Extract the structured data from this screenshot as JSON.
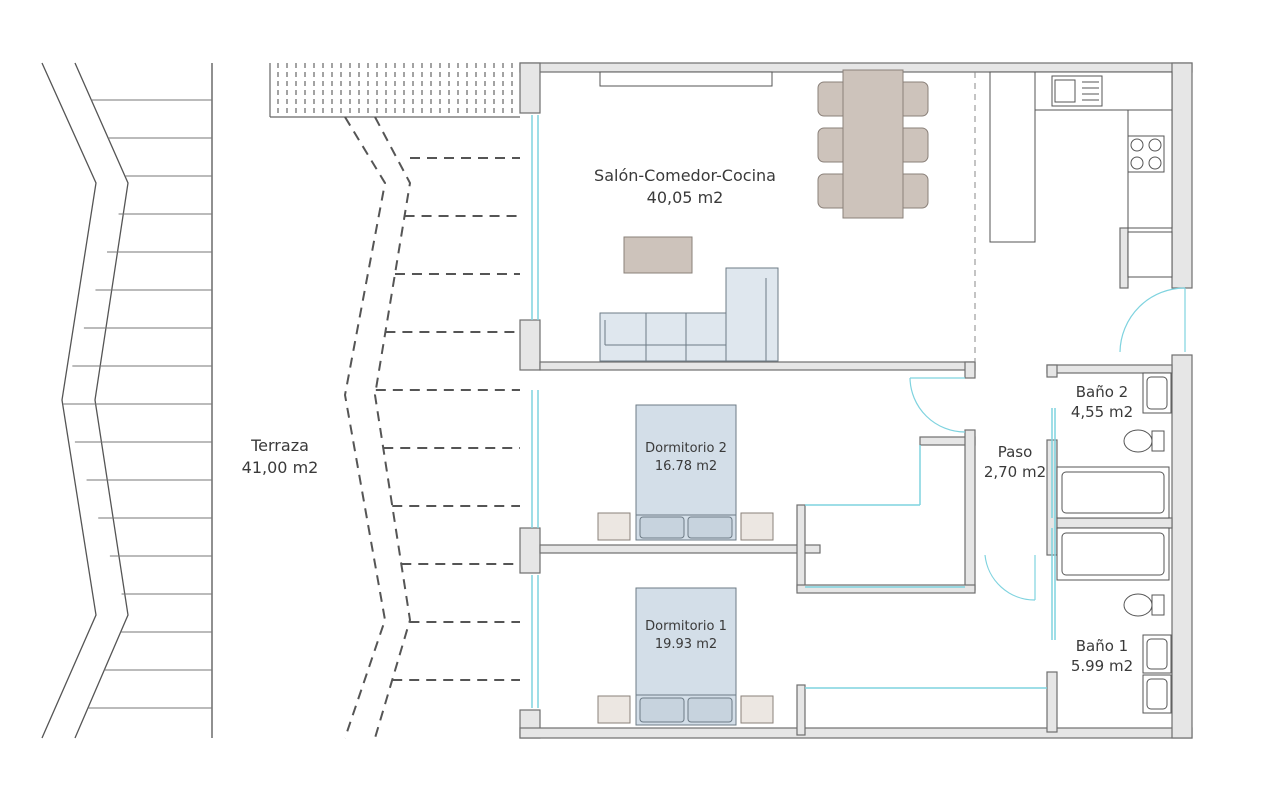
{
  "rooms": [
    {
      "id": "salon",
      "name": "Salón-Comedor-Cocina",
      "area": "40,05 m2"
    },
    {
      "id": "terraza",
      "name": "Terraza",
      "area": "41,00 m2"
    },
    {
      "id": "dormitorio2",
      "name": "Dormitorio 2",
      "area": "16.78 m2"
    },
    {
      "id": "dormitorio1",
      "name": "Dormitorio 1",
      "area": "19.93 m2"
    },
    {
      "id": "paso",
      "name": "Paso",
      "area": "2,70 m2"
    },
    {
      "id": "bano2",
      "name": "Baño 2",
      "area": "4,55 m2"
    },
    {
      "id": "bano1",
      "name": "Baño 1",
      "area": "5.99  m2"
    }
  ],
  "colors": {
    "wall_fill": "#e6e6e6",
    "wall_stroke": "#6f6f6f",
    "glass": "#7fd3df",
    "furniture_blue": "#dfe7ee",
    "bed_blue": "#d3dee8",
    "table_taupe": "#cdc3bb",
    "line": "#555555"
  }
}
